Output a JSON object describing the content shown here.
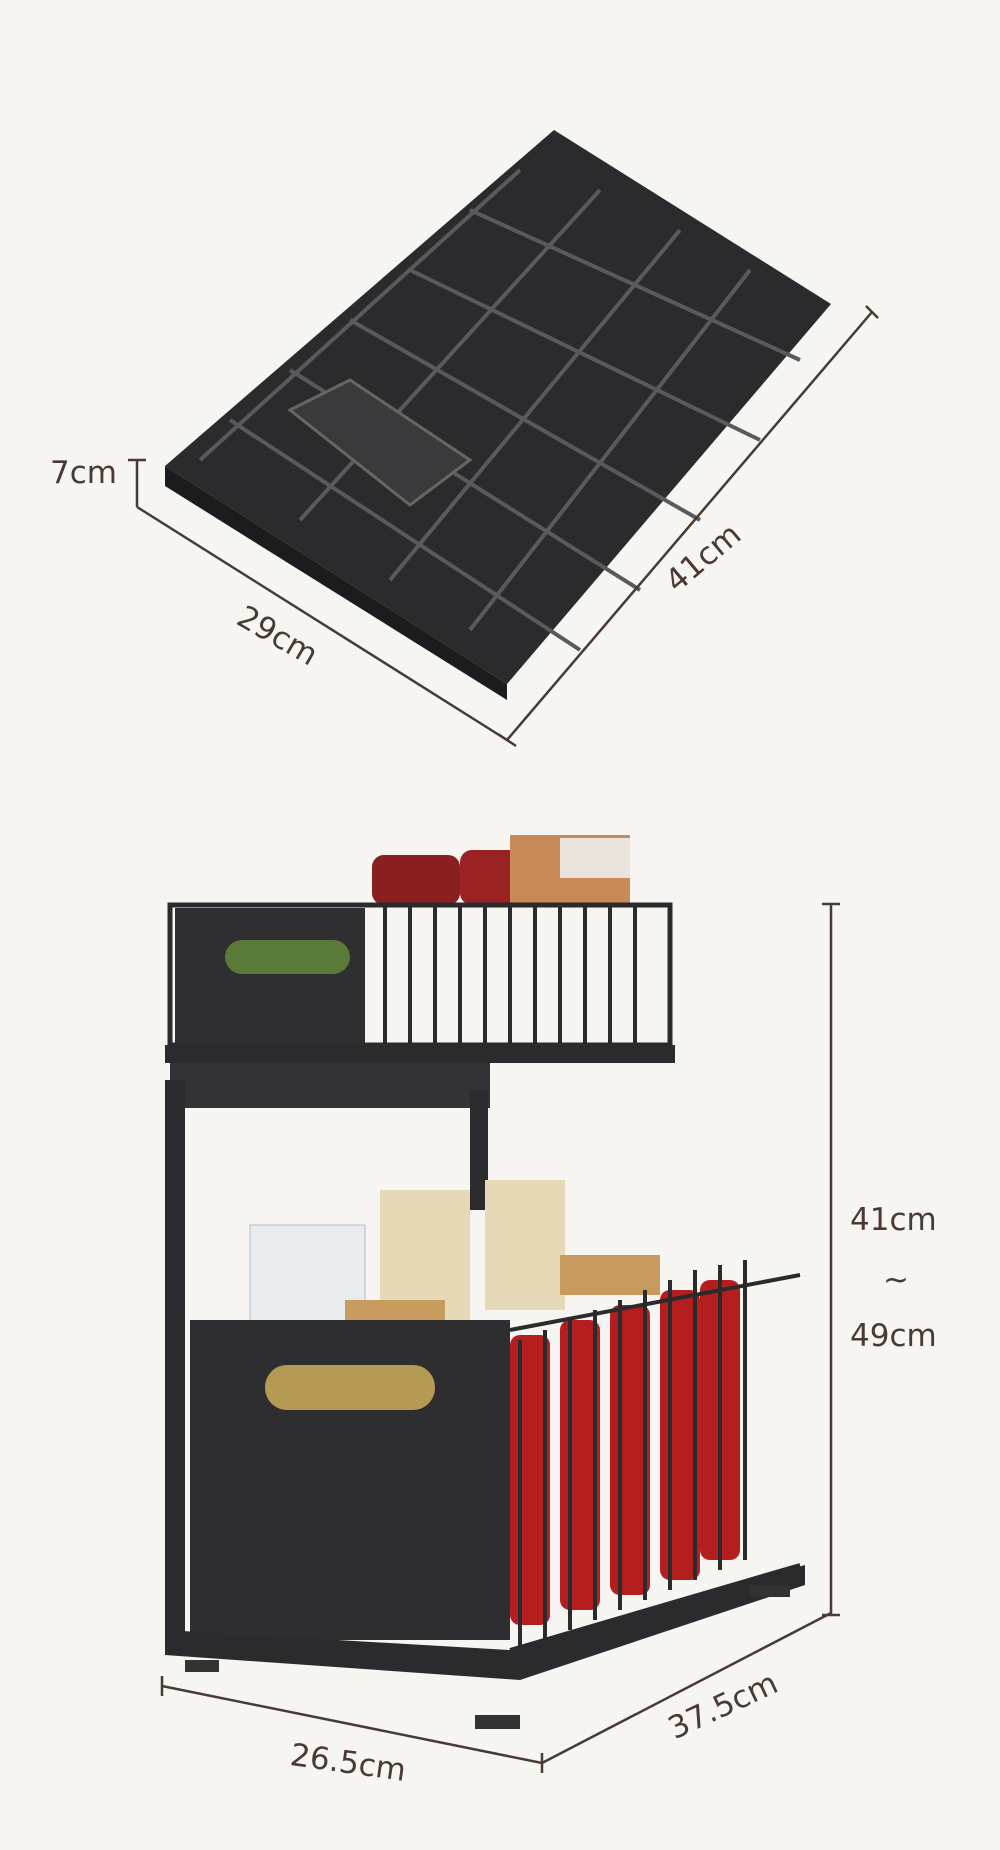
{
  "colors": {
    "background": "#f7f5f1",
    "label": "#4a3a34",
    "rack": "#2b2b2d"
  },
  "folded_dimensions": {
    "height": "7cm",
    "width": "29cm",
    "depth": "41cm"
  },
  "assembled_dimensions": {
    "height_min": "41cm",
    "height_separator": "~",
    "height_max": "49cm",
    "width": "26.5cm",
    "depth": "37.5cm"
  }
}
